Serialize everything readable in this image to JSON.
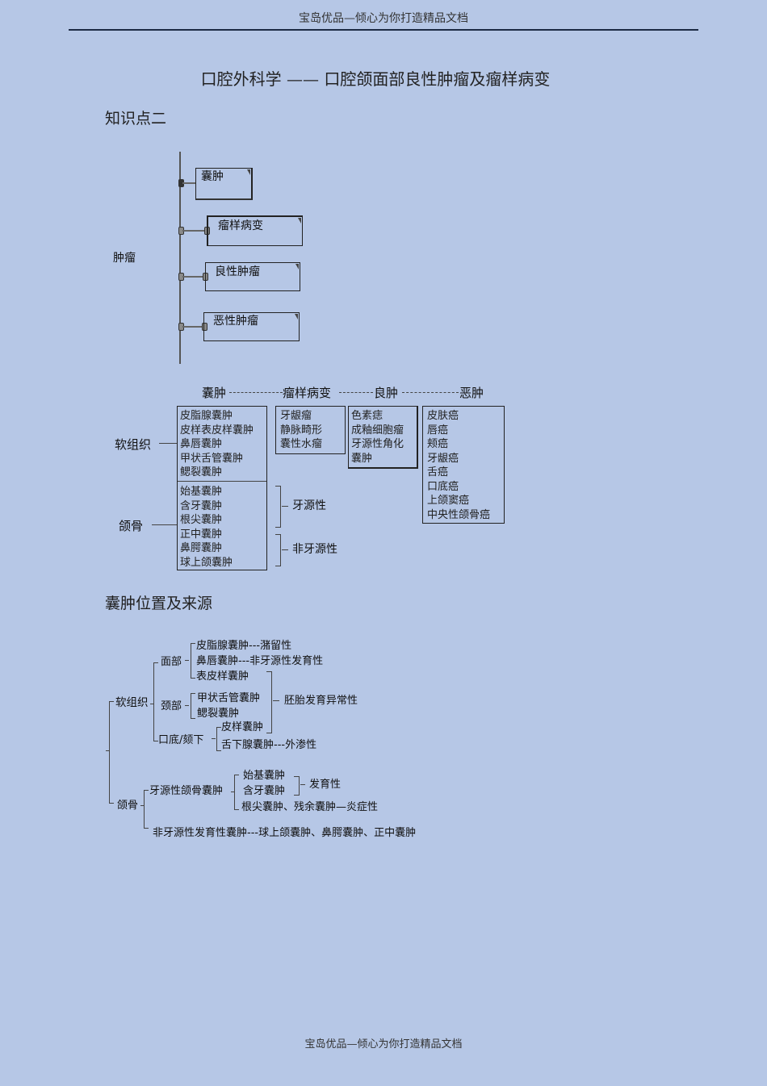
{
  "page": {
    "header": "宝岛优品—倾心为你打造精品文档",
    "footer": "宝岛优品—倾心为你打造精品文档",
    "title": "口腔外科学 —— 口腔颌面部良性肿瘤及瘤样病变",
    "background_color": "#b6c7e6"
  },
  "section1": {
    "heading": "知识点二",
    "root": "肿瘤",
    "branches": [
      "囊肿",
      "瘤样病变",
      "良性肿瘤",
      "恶性肿瘤"
    ]
  },
  "table": {
    "headers": [
      "囊肿",
      "瘤样病变",
      "良肿",
      "恶肿"
    ],
    "left_labels": {
      "soft": "软组织",
      "jaw": "颌骨"
    },
    "cyst_soft": [
      "皮脂腺囊肿",
      "皮样表皮样囊肿",
      "鼻唇囊肿",
      "甲状舌管囊肿",
      "鳃裂囊肿"
    ],
    "cyst_jaw": [
      "始基囊肿",
      "含牙囊肿",
      "根尖囊肿",
      "正中囊肿",
      "鼻腭囊肿",
      "球上颌囊肿"
    ],
    "tumorlike": [
      "牙龈瘤",
      "静脉畸形",
      "囊性水瘤"
    ],
    "benign": [
      "色素痣",
      "成釉细胞瘤",
      "牙源性角化",
      "囊肿"
    ],
    "malignant": [
      "皮肤癌",
      "唇癌",
      "颊癌",
      "牙龈癌",
      "舌癌",
      "口底癌",
      "上颌窦癌",
      "中央性颌骨癌"
    ],
    "odontogenic": "牙源性",
    "non_odontogenic": "非牙源性"
  },
  "section2": {
    "heading": "囊肿位置及来源",
    "soft_tissue": "软组织",
    "face": "面部",
    "face_items": [
      "皮脂腺囊肿---潴留性",
      "鼻唇囊肿---非牙源性发育性",
      "表皮样囊肿"
    ],
    "neck": "颈部",
    "neck_items": [
      "甲状舌管囊肿",
      "鳃裂囊肿"
    ],
    "embryonic": "胚胎发育异常性",
    "floor": "口底/颏下",
    "floor_items": [
      "皮样囊肿",
      "舌下腺囊肿---外渗性"
    ],
    "jaw": "颌骨",
    "odontogenic_jaw": "牙源性颌骨囊肿",
    "odonto_items": [
      "始基囊肿",
      "含牙囊肿"
    ],
    "developmental": "发育性",
    "inflammatory": "根尖囊肿、残余囊肿—炎症性",
    "non_odonto": "非牙源性发育性囊肿---球上颌囊肿、鼻腭囊肿、正中囊肿"
  }
}
